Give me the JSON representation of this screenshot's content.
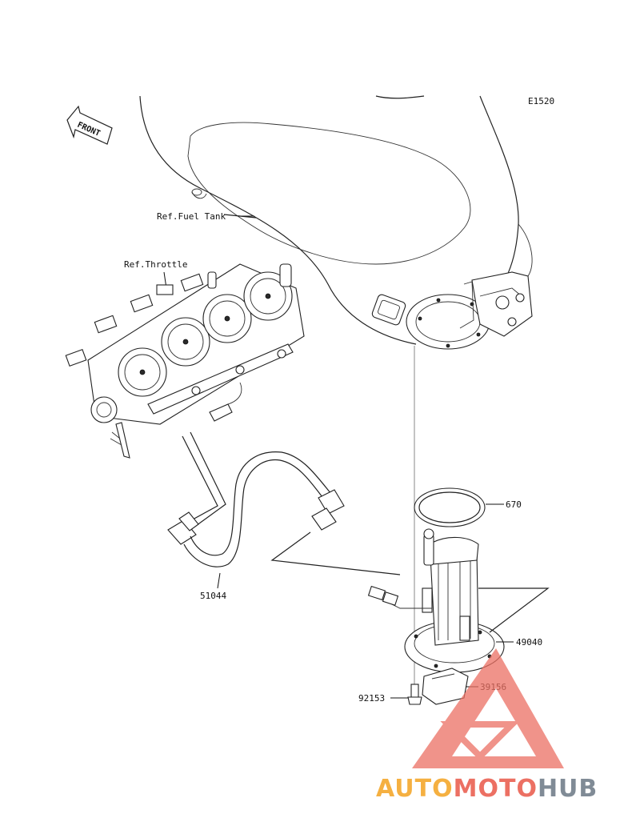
{
  "diagram": {
    "code": "E1520",
    "front_label": "FRONT",
    "ref_labels": {
      "fuel_tank": "Ref.Fuel Tank",
      "throttle": "Ref.Throttle"
    },
    "parts": [
      {
        "id": "670",
        "label": "670"
      },
      {
        "id": "51044",
        "label": "51044"
      },
      {
        "id": "49040",
        "label": "49040"
      },
      {
        "id": "39156",
        "label": "39156"
      },
      {
        "id": "92153",
        "label": "92153"
      }
    ]
  },
  "watermark": {
    "segments": [
      {
        "text": "AUTO",
        "color": "#f5b041"
      },
      {
        "text": "MOTO",
        "color": "#ec7063"
      },
      {
        "text": "HUB",
        "color": "#808b96"
      }
    ],
    "triangle_color": "#ec7063"
  }
}
